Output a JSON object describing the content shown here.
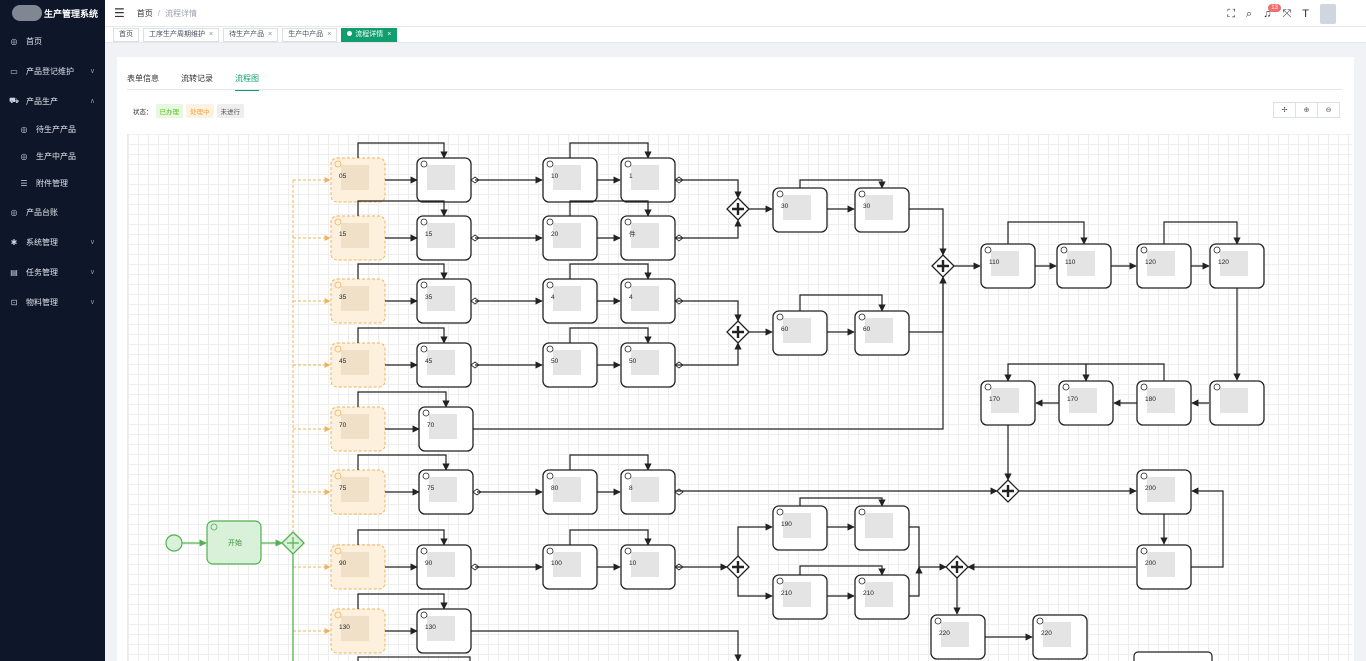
{
  "app": {
    "title": "生产管理系统"
  },
  "sidebar": {
    "items": [
      {
        "label": "首页",
        "icon": "dashboard-icon",
        "level": 0,
        "chevron": ""
      },
      {
        "label": "产品登记维护",
        "icon": "monitor-icon",
        "level": 0,
        "chevron": "∨"
      },
      {
        "label": "产品生产",
        "icon": "cart-icon",
        "level": 0,
        "chevron": "∧"
      },
      {
        "label": "待生产产品",
        "icon": "dashboard-icon",
        "level": 1,
        "chevron": ""
      },
      {
        "label": "生产中产品",
        "icon": "dashboard-icon",
        "level": 1,
        "chevron": ""
      },
      {
        "label": "附件管理",
        "icon": "list-icon",
        "level": 1,
        "chevron": ""
      },
      {
        "label": "产品台账",
        "icon": "dashboard-icon",
        "level": 0,
        "chevron": ""
      },
      {
        "label": "系统管理",
        "icon": "gear-icon",
        "level": 0,
        "chevron": "∨"
      },
      {
        "label": "任务管理",
        "icon": "task-icon",
        "level": 0,
        "chevron": "∨"
      },
      {
        "label": "物料管理",
        "icon": "box-icon",
        "level": 0,
        "chevron": "∨"
      }
    ]
  },
  "header": {
    "breadcrumb": [
      "首页",
      "流程详情"
    ],
    "notification_count": "13"
  },
  "tags": [
    {
      "label": "首页",
      "closable": false,
      "active": false
    },
    {
      "label": "工序生产周期维护",
      "closable": true,
      "active": false
    },
    {
      "label": "待生产产品",
      "closable": true,
      "active": false
    },
    {
      "label": "生产中产品",
      "closable": true,
      "active": false
    },
    {
      "label": "流程详情",
      "closable": true,
      "active": true
    }
  ],
  "tabs": [
    {
      "label": "表单信息"
    },
    {
      "label": "流转记录"
    },
    {
      "label": "流程图"
    }
  ],
  "legend": {
    "label": "状态：",
    "items": [
      {
        "label": "已办理",
        "color": "#52c41a",
        "bg": "#e9f7e1"
      },
      {
        "label": "处理中",
        "color": "#f3a23a",
        "bg": "#fdf2e2"
      },
      {
        "label": "未进行",
        "color": "#555555",
        "bg": "#eeeeee"
      }
    ]
  },
  "zoom": {
    "buttons": [
      "✢",
      "⊕",
      "⊖"
    ]
  },
  "colors": {
    "accent": "#109e6e",
    "done": "#52b152",
    "processing": "#f0b35c",
    "pending": "#222222"
  },
  "flow": {
    "start_label": "开始",
    "nodes": [
      {
        "label": "05"
      },
      {
        "label": ""
      },
      {
        "label": "10"
      },
      {
        "label": "1"
      },
      {
        "label": "15"
      },
      {
        "label": "15"
      },
      {
        "label": "20"
      },
      {
        "label": "件"
      },
      {
        "label": "35"
      },
      {
        "label": "35"
      },
      {
        "label": "4"
      },
      {
        "label": "4"
      },
      {
        "label": "45"
      },
      {
        "label": "45"
      },
      {
        "label": "50"
      },
      {
        "label": "50"
      },
      {
        "label": "70"
      },
      {
        "label": "70"
      },
      {
        "label": "75"
      },
      {
        "label": "75"
      },
      {
        "label": "80"
      },
      {
        "label": "8"
      },
      {
        "label": "90"
      },
      {
        "label": "90"
      },
      {
        "label": "100"
      },
      {
        "label": "10"
      },
      {
        "label": "130"
      },
      {
        "label": "130"
      },
      {
        "label": "30"
      },
      {
        "label": "30"
      },
      {
        "label": "60"
      },
      {
        "label": "60"
      },
      {
        "label": "110"
      },
      {
        "label": "110"
      },
      {
        "label": "120"
      },
      {
        "label": "120"
      },
      {
        "label": "170"
      },
      {
        "label": "170"
      },
      {
        "label": "180"
      },
      {
        "label": ""
      },
      {
        "label": "200"
      },
      {
        "label": "200"
      },
      {
        "label": "190"
      },
      {
        "label": ""
      },
      {
        "label": "210"
      },
      {
        "label": "210"
      },
      {
        "label": "220"
      },
      {
        "label": "220"
      }
    ]
  }
}
